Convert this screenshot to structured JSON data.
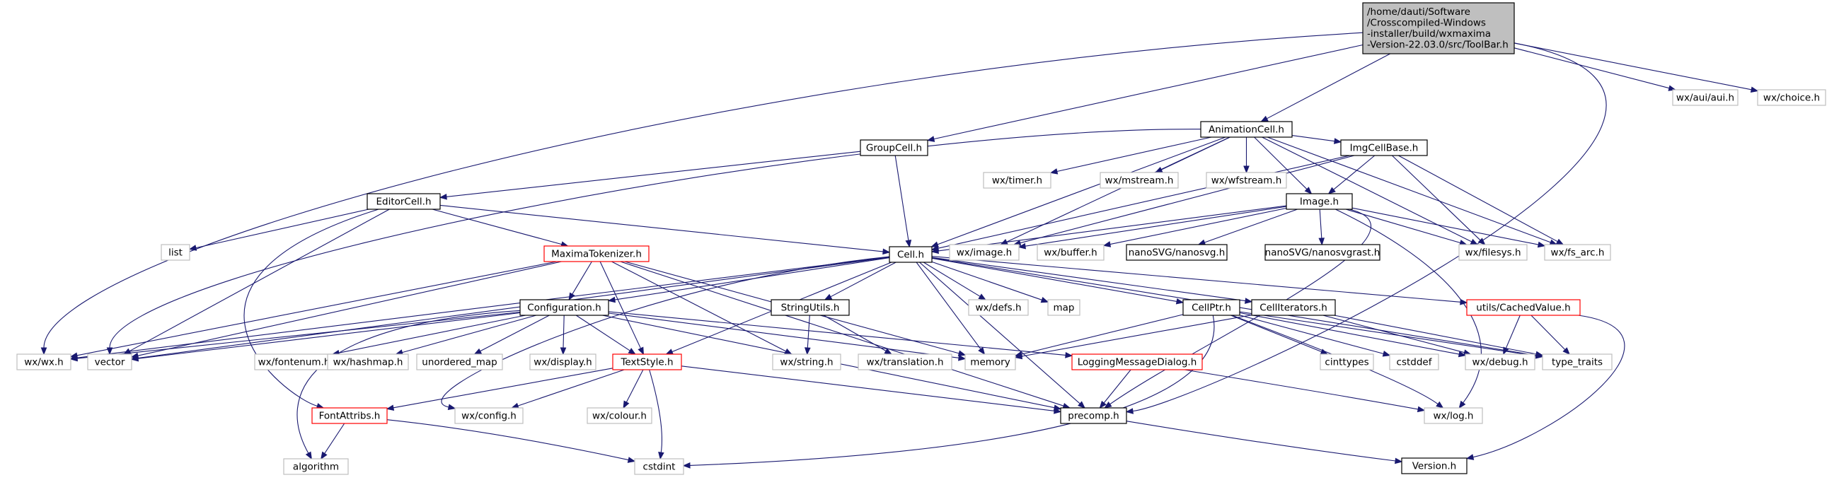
{
  "colors": {
    "edge": "#191970",
    "normal_border": "#000000",
    "missing_border": "#bfbfbf",
    "truncated_border": "#ff0000",
    "root_fill": "#bfbfbf",
    "fill": "#ffffff"
  },
  "nodes": [
    {
      "id": "root",
      "lines": [
        "/home/dauti/Software",
        "/Crosscompiled-Windows",
        "-installer/build/wxmaxima",
        "-Version-22.03.0/src/ToolBar.h"
      ],
      "kind": "root"
    },
    {
      "id": "AnimationCell",
      "lines": [
        "AnimationCell.h"
      ],
      "kind": "normal"
    },
    {
      "id": "wx_aui",
      "lines": [
        "wx/aui/aui.h"
      ],
      "kind": "missing"
    },
    {
      "id": "wx_choice",
      "lines": [
        "wx/choice.h"
      ],
      "kind": "missing"
    },
    {
      "id": "GroupCell",
      "lines": [
        "GroupCell.h"
      ],
      "kind": "normal"
    },
    {
      "id": "wx_timer",
      "lines": [
        "wx/timer.h"
      ],
      "kind": "missing"
    },
    {
      "id": "wx_mstream",
      "lines": [
        "wx/mstream.h"
      ],
      "kind": "missing"
    },
    {
      "id": "wx_wfstream",
      "lines": [
        "wx/wfstream.h"
      ],
      "kind": "missing"
    },
    {
      "id": "ImgCellBase",
      "lines": [
        "ImgCellBase.h"
      ],
      "kind": "normal"
    },
    {
      "id": "EditorCell",
      "lines": [
        "EditorCell.h"
      ],
      "kind": "normal"
    },
    {
      "id": "Image",
      "lines": [
        "Image.h"
      ],
      "kind": "normal"
    },
    {
      "id": "list",
      "lines": [
        "list"
      ],
      "kind": "missing"
    },
    {
      "id": "MaximaTokenizer",
      "lines": [
        "MaximaTokenizer.h"
      ],
      "kind": "truncated"
    },
    {
      "id": "Cell",
      "lines": [
        "Cell.h"
      ],
      "kind": "normal"
    },
    {
      "id": "wx_image",
      "lines": [
        "wx/image.h"
      ],
      "kind": "missing"
    },
    {
      "id": "wx_buffer",
      "lines": [
        "wx/buffer.h"
      ],
      "kind": "missing"
    },
    {
      "id": "nanosvg",
      "lines": [
        "nanoSVG/nanosvg.h"
      ],
      "kind": "normal"
    },
    {
      "id": "wx_filesys",
      "lines": [
        "wx/filesys.h"
      ],
      "kind": "missing"
    },
    {
      "id": "wx_fs_arc",
      "lines": [
        "wx/fs_arc.h"
      ],
      "kind": "missing"
    },
    {
      "id": "nanosvgrast",
      "lines": [
        "nanoSVG/nanosvgrast.h"
      ],
      "kind": "normal"
    },
    {
      "id": "Configuration",
      "lines": [
        "Configuration.h"
      ],
      "kind": "normal"
    },
    {
      "id": "StringUtils",
      "lines": [
        "StringUtils.h"
      ],
      "kind": "normal"
    },
    {
      "id": "wx_defs",
      "lines": [
        "wx/defs.h"
      ],
      "kind": "missing"
    },
    {
      "id": "map",
      "lines": [
        "map"
      ],
      "kind": "missing"
    },
    {
      "id": "CellPtr",
      "lines": [
        "CellPtr.h"
      ],
      "kind": "normal"
    },
    {
      "id": "CellIterators",
      "lines": [
        "CellIterators.h"
      ],
      "kind": "normal"
    },
    {
      "id": "CachedValue",
      "lines": [
        "utils/CachedValue.h"
      ],
      "kind": "truncated"
    },
    {
      "id": "wx_wx",
      "lines": [
        "wx/wx.h"
      ],
      "kind": "missing"
    },
    {
      "id": "vector",
      "lines": [
        "vector"
      ],
      "kind": "missing"
    },
    {
      "id": "wx_fontenum",
      "lines": [
        "wx/fontenum.h"
      ],
      "kind": "missing"
    },
    {
      "id": "wx_hashmap",
      "lines": [
        "wx/hashmap.h"
      ],
      "kind": "missing"
    },
    {
      "id": "unordered_map",
      "lines": [
        "unordered_map"
      ],
      "kind": "missing"
    },
    {
      "id": "wx_display",
      "lines": [
        "wx/display.h"
      ],
      "kind": "missing"
    },
    {
      "id": "TextStyle",
      "lines": [
        "TextStyle.h"
      ],
      "kind": "truncated"
    },
    {
      "id": "wx_string",
      "lines": [
        "wx/string.h"
      ],
      "kind": "missing"
    },
    {
      "id": "wx_translation",
      "lines": [
        "wx/translation.h"
      ],
      "kind": "missing"
    },
    {
      "id": "memory",
      "lines": [
        "memory"
      ],
      "kind": "missing"
    },
    {
      "id": "LoggingMessageDialog",
      "lines": [
        "LoggingMessageDialog.h"
      ],
      "kind": "truncated"
    },
    {
      "id": "cinttypes",
      "lines": [
        "cinttypes"
      ],
      "kind": "missing"
    },
    {
      "id": "cstddef",
      "lines": [
        "cstddef"
      ],
      "kind": "missing"
    },
    {
      "id": "wx_debug",
      "lines": [
        "wx/debug.h"
      ],
      "kind": "missing"
    },
    {
      "id": "type_traits",
      "lines": [
        "type_traits"
      ],
      "kind": "missing"
    },
    {
      "id": "FontAttribs",
      "lines": [
        "FontAttribs.h"
      ],
      "kind": "truncated"
    },
    {
      "id": "wx_config",
      "lines": [
        "wx/config.h"
      ],
      "kind": "missing"
    },
    {
      "id": "wx_colour",
      "lines": [
        "wx/colour.h"
      ],
      "kind": "missing"
    },
    {
      "id": "precomp",
      "lines": [
        "precomp.h"
      ],
      "kind": "normal"
    },
    {
      "id": "wx_log",
      "lines": [
        "wx/log.h"
      ],
      "kind": "missing"
    },
    {
      "id": "algorithm",
      "lines": [
        "algorithm"
      ],
      "kind": "missing"
    },
    {
      "id": "cstdint",
      "lines": [
        "cstdint"
      ],
      "kind": "missing"
    },
    {
      "id": "Version",
      "lines": [
        "Version.h"
      ],
      "kind": "normal"
    }
  ],
  "edges": [
    [
      "root",
      "AnimationCell"
    ],
    [
      "root",
      "wx_aui"
    ],
    [
      "root",
      "wx_choice"
    ],
    [
      "root",
      "GroupCell"
    ],
    [
      "root",
      "wx_wx"
    ],
    [
      "root",
      "precomp"
    ],
    [
      "AnimationCell",
      "Cell"
    ],
    [
      "AnimationCell",
      "wx_timer"
    ],
    [
      "AnimationCell",
      "wx_mstream"
    ],
    [
      "AnimationCell",
      "wx_wfstream"
    ],
    [
      "AnimationCell",
      "ImgCellBase"
    ],
    [
      "AnimationCell",
      "Image"
    ],
    [
      "AnimationCell",
      "wx_image"
    ],
    [
      "AnimationCell",
      "wx_filesys"
    ],
    [
      "AnimationCell",
      "wx_fs_arc"
    ],
    [
      "AnimationCell",
      "vector"
    ],
    [
      "GroupCell",
      "EditorCell"
    ],
    [
      "GroupCell",
      "Cell"
    ],
    [
      "ImgCellBase",
      "Cell"
    ],
    [
      "ImgCellBase",
      "Image"
    ],
    [
      "ImgCellBase",
      "wx_image"
    ],
    [
      "ImgCellBase",
      "wx_filesys"
    ],
    [
      "ImgCellBase",
      "wx_fs_arc"
    ],
    [
      "EditorCell",
      "Cell"
    ],
    [
      "EditorCell",
      "list"
    ],
    [
      "EditorCell",
      "MaximaTokenizer"
    ],
    [
      "EditorCell",
      "vector"
    ],
    [
      "EditorCell",
      "FontAttribs"
    ],
    [
      "Image",
      "Cell"
    ],
    [
      "Image",
      "wx_image"
    ],
    [
      "Image",
      "wx_buffer"
    ],
    [
      "Image",
      "nanosvg"
    ],
    [
      "Image",
      "nanosvgrast"
    ],
    [
      "Image",
      "wx_filesys"
    ],
    [
      "Image",
      "wx_fs_arc"
    ],
    [
      "Image",
      "precomp"
    ],
    [
      "Image",
      "wx_log"
    ],
    [
      "MaximaTokenizer",
      "Configuration"
    ],
    [
      "MaximaTokenizer",
      "TextStyle"
    ],
    [
      "MaximaTokenizer",
      "wx_string"
    ],
    [
      "MaximaTokenizer",
      "vector"
    ],
    [
      "MaximaTokenizer",
      "wx_wx"
    ],
    [
      "MaximaTokenizer",
      "memory"
    ],
    [
      "MaximaTokenizer",
      "precomp"
    ],
    [
      "Cell",
      "Configuration"
    ],
    [
      "Cell",
      "StringUtils"
    ],
    [
      "Cell",
      "wx_defs"
    ],
    [
      "Cell",
      "map"
    ],
    [
      "Cell",
      "CellPtr"
    ],
    [
      "Cell",
      "CellIterators"
    ],
    [
      "Cell",
      "CachedValue"
    ],
    [
      "Cell",
      "TextStyle"
    ],
    [
      "Cell",
      "memory"
    ],
    [
      "Cell",
      "precomp"
    ],
    [
      "Cell",
      "type_traits"
    ],
    [
      "Cell",
      "vector"
    ],
    [
      "Cell",
      "wx_wx"
    ],
    [
      "Cell",
      "wx_config"
    ],
    [
      "Configuration",
      "wx_wx"
    ],
    [
      "Configuration",
      "vector"
    ],
    [
      "Configuration",
      "wx_fontenum"
    ],
    [
      "Configuration",
      "wx_hashmap"
    ],
    [
      "Configuration",
      "unordered_map"
    ],
    [
      "Configuration",
      "wx_display"
    ],
    [
      "Configuration",
      "TextStyle"
    ],
    [
      "Configuration",
      "memory"
    ],
    [
      "Configuration",
      "LoggingMessageDialog"
    ],
    [
      "Configuration",
      "precomp"
    ],
    [
      "Configuration",
      "algorithm"
    ],
    [
      "StringUtils",
      "wx_string"
    ],
    [
      "StringUtils",
      "wx_translation"
    ],
    [
      "CellPtr",
      "memory"
    ],
    [
      "CellPtr",
      "cinttypes"
    ],
    [
      "CellPtr",
      "cstddef"
    ],
    [
      "CellPtr",
      "wx_debug"
    ],
    [
      "CellPtr",
      "type_traits"
    ],
    [
      "CellPtr",
      "wx_log"
    ],
    [
      "CellPtr",
      "cstdint"
    ],
    [
      "CellIterators",
      "memory"
    ],
    [
      "CellIterators",
      "wx_debug"
    ],
    [
      "CellIterators",
      "type_traits"
    ],
    [
      "CachedValue",
      "wx_debug"
    ],
    [
      "CachedValue",
      "type_traits"
    ],
    [
      "CachedValue",
      "Version"
    ],
    [
      "TextStyle",
      "FontAttribs"
    ],
    [
      "TextStyle",
      "wx_config"
    ],
    [
      "TextStyle",
      "wx_colour"
    ],
    [
      "TextStyle",
      "cstdint"
    ],
    [
      "TextStyle",
      "precomp"
    ],
    [
      "LoggingMessageDialog",
      "precomp"
    ],
    [
      "LoggingMessageDialog",
      "wx_log"
    ],
    [
      "FontAttribs",
      "algorithm"
    ],
    [
      "FontAttribs",
      "cstdint"
    ],
    [
      "precomp",
      "Version"
    ]
  ]
}
